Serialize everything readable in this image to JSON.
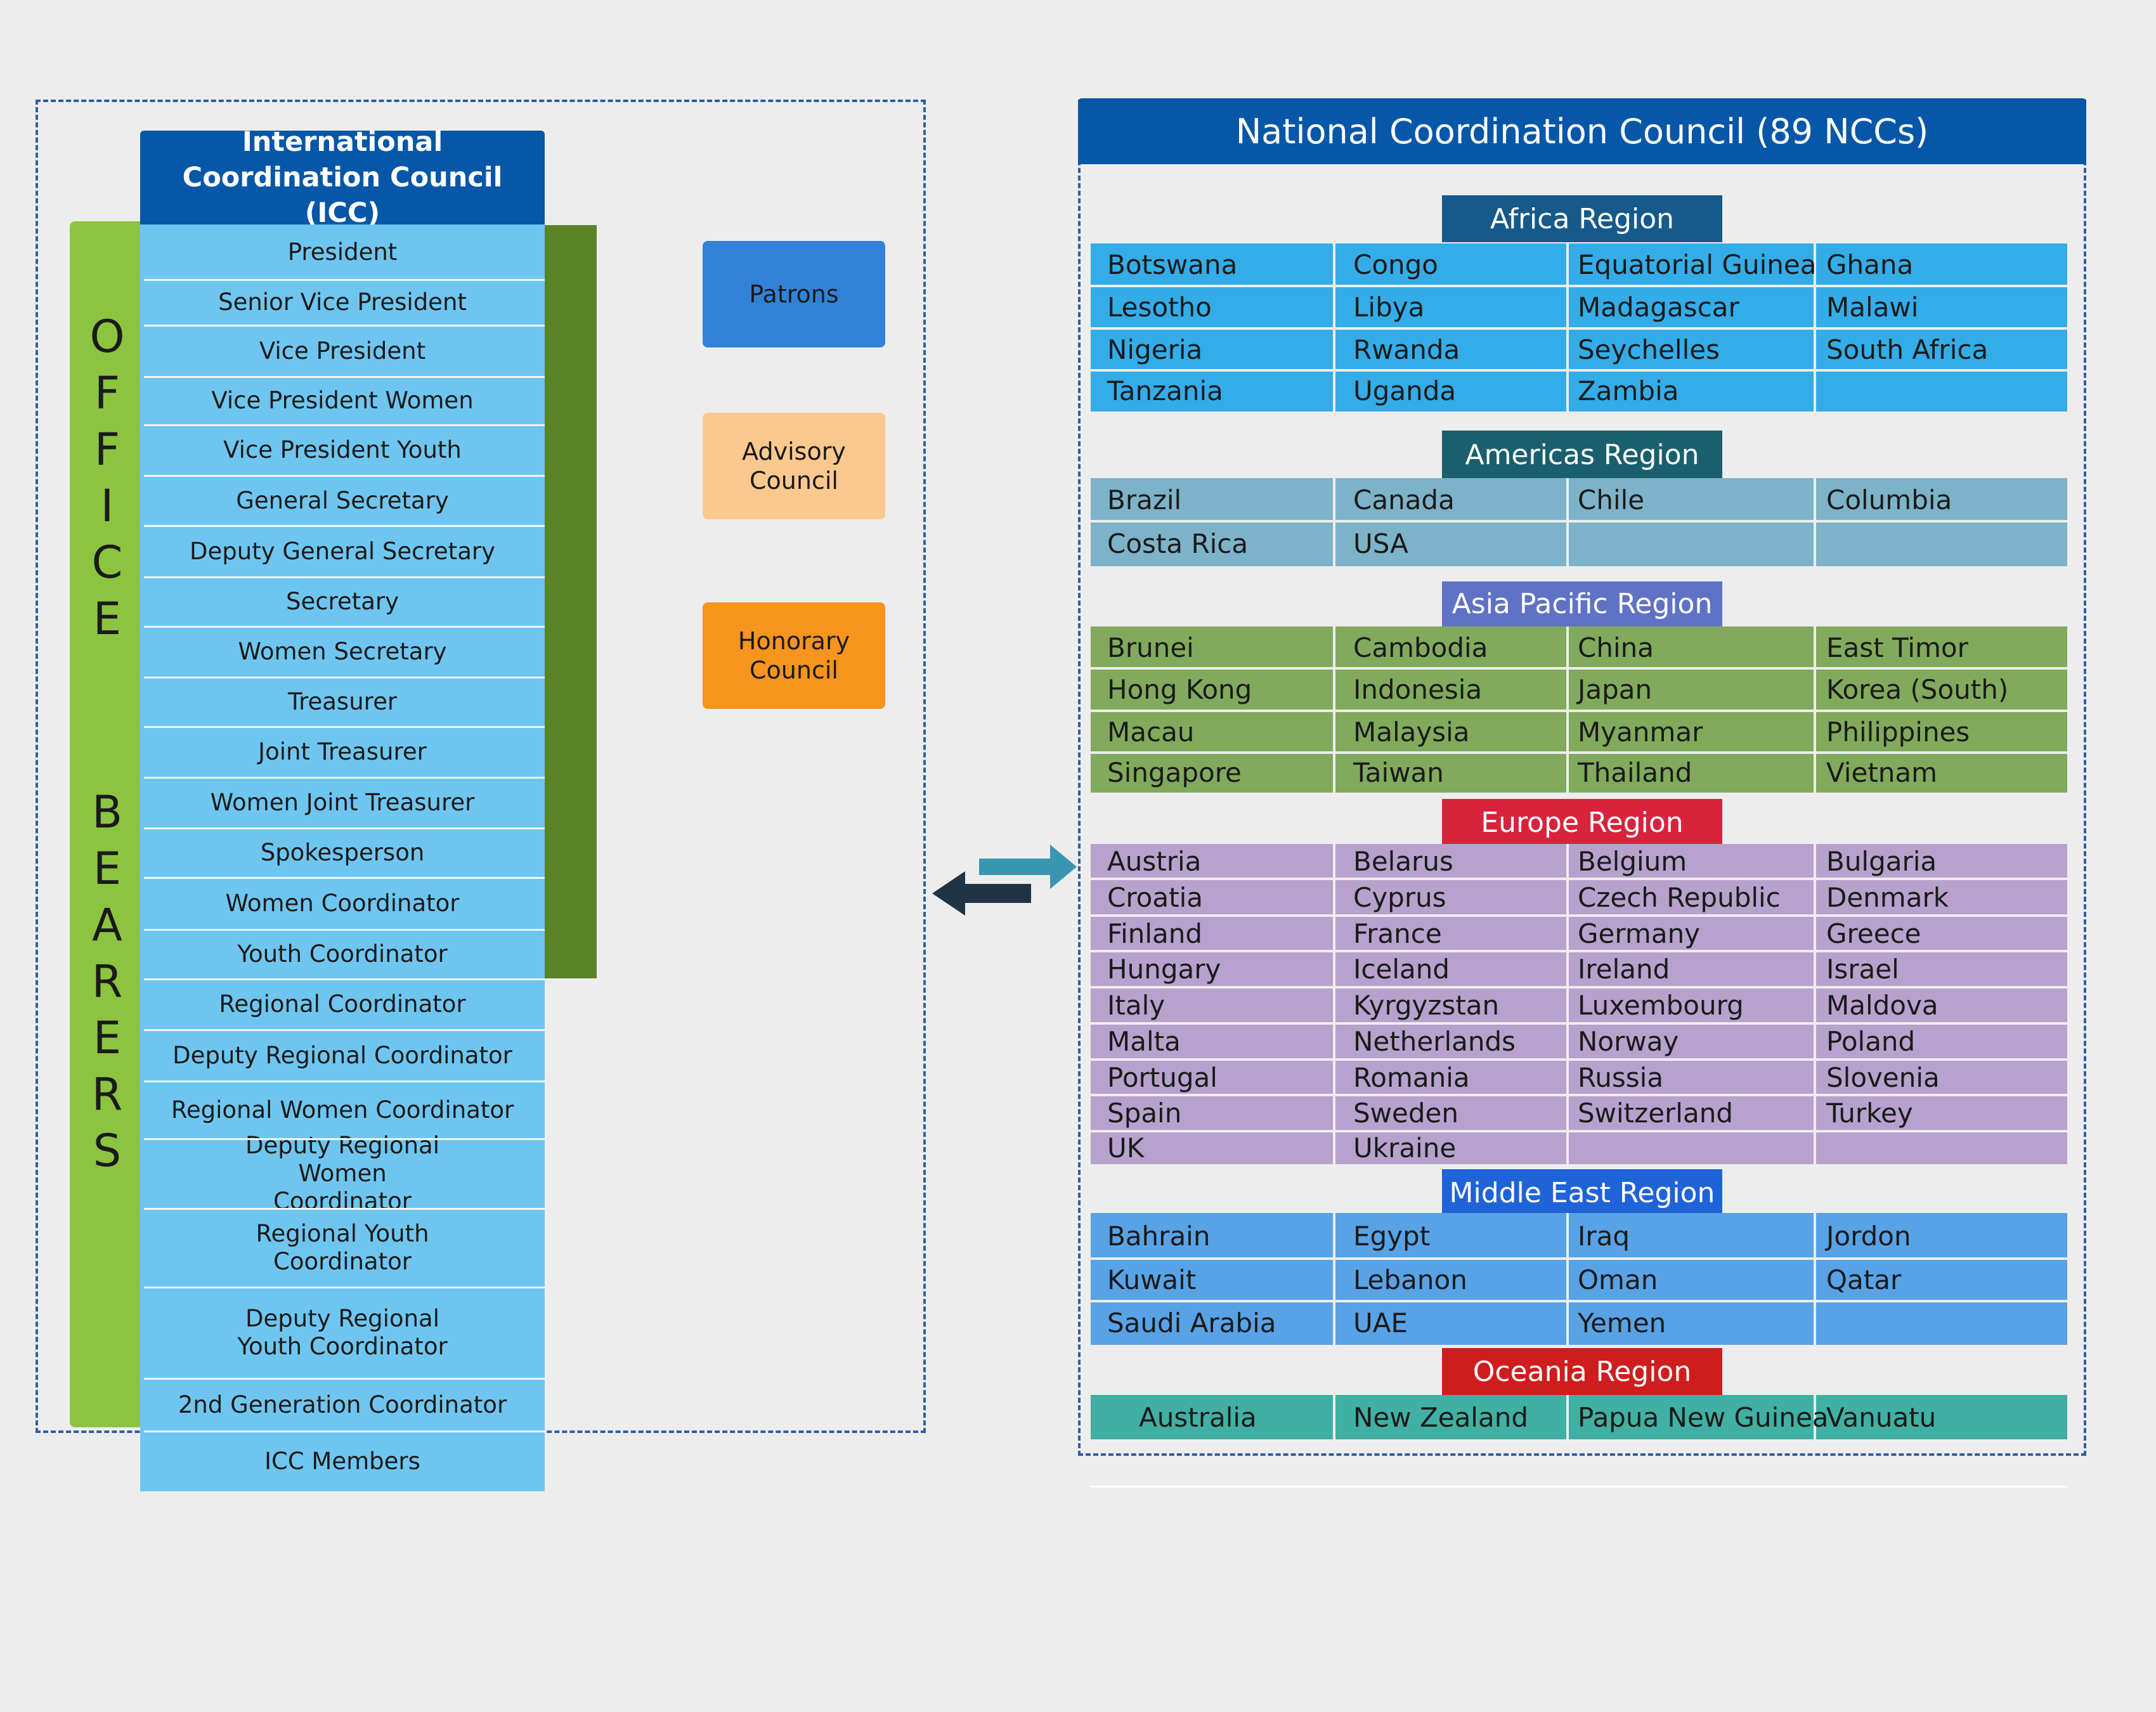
{
  "icc": {
    "title": "International Coordination Council (ICC)",
    "office_bearers_label": "OFFICE BEARERS",
    "positions": [
      "President",
      "Senior Vice President",
      "Vice President",
      "Vice President Women",
      "Vice President Youth",
      "General Secretary",
      "Deputy General Secretary",
      "Secretary",
      "Women Secretary",
      "Treasurer",
      "Joint Treasurer",
      "Women Joint Treasurer",
      "Spokesperson",
      "Women Coordinator",
      "Youth Coordinator",
      "Regional Coordinator",
      "Deputy Regional Coordinator",
      "Regional Women Coordinator",
      "Deputy Regional Women Coordinator",
      "Regional Youth Coordinator",
      "Deputy Regional Youth Coordinator",
      "2nd Generation Coordinator",
      "ICC Members"
    ]
  },
  "side_boxes": [
    {
      "label": "Patrons",
      "color": "#3182d6"
    },
    {
      "label": "Advisory Council",
      "color": "#fbc98d"
    },
    {
      "label": "Honorary Council",
      "color": "#f7941e"
    }
  ],
  "arrows": {
    "right_color": "#3a96b0",
    "left_color": "#1f3445"
  },
  "ncc": {
    "title": "National Coordination Council (89 NCCs)",
    "regions": [
      {
        "name": "Africa Region",
        "title_color": "#155a8a",
        "row_color": "#33ace8",
        "countries": [
          "Botswana",
          "Congo",
          "Equatorial Guinea",
          "Ghana",
          "Lesotho",
          "Libya",
          "Madagascar",
          "Malawi",
          "Nigeria",
          "Rwanda",
          "Seychelles",
          "South Africa",
          "Tanzania",
          "Uganda",
          "Zambia"
        ]
      },
      {
        "name": "Americas Region",
        "title_color": "#1a5f6d",
        "row_color": "#7db3c8",
        "countries": [
          "Brazil",
          "Canada",
          "Chile",
          "Columbia",
          "Costa Rica",
          "USA"
        ]
      },
      {
        "name": "Asia Pacific Region",
        "title_color": "#6072c6",
        "row_color": "#81aa5c",
        "countries": [
          "Brunei",
          "Cambodia",
          "China",
          "East Timor",
          "Hong Kong",
          "Indonesia",
          "Japan",
          "Korea (South)",
          "Macau",
          "Malaysia",
          "Myanmar",
          "Philippines",
          "Singapore",
          "Taiwan",
          "Thailand",
          "Vietnam"
        ]
      },
      {
        "name": "Europe Region",
        "title_color": "#d9233d",
        "row_color": "#b6a2cc",
        "countries": [
          "Austria",
          "Belarus",
          "Belgium",
          "Bulgaria",
          "Croatia",
          "Cyprus",
          "Czech Republic",
          "Denmark",
          "Finland",
          "France",
          "Germany",
          "Greece",
          "Hungary",
          "Iceland",
          "Ireland",
          "Israel",
          "Italy",
          "Kyrgyzstan",
          "Luxembourg",
          "Maldova",
          "Malta",
          "Netherlands",
          "Norway",
          "Poland",
          "Portugal",
          "Romania",
          "Russia",
          "Slovenia",
          "Spain",
          "Sweden",
          "Switzerland",
          "Turkey",
          "UK",
          "Ukraine"
        ]
      },
      {
        "name": "Middle East Region",
        "title_color": "#1f63d8",
        "row_color": "#58a2e6",
        "countries": [
          "Bahrain",
          "Egypt",
          "Iraq",
          "Jordon",
          "Kuwait",
          "Lebanon",
          "Oman",
          "Qatar",
          "Saudi Arabia",
          "UAE",
          "Yemen"
        ]
      },
      {
        "name": "Oceania Region",
        "title_color": "#cf1d1d",
        "row_color": "#3fb0a3",
        "countries": [
          "Australia",
          "New Zealand",
          "Papua New Guinea",
          "Vanuatu"
        ]
      }
    ]
  }
}
